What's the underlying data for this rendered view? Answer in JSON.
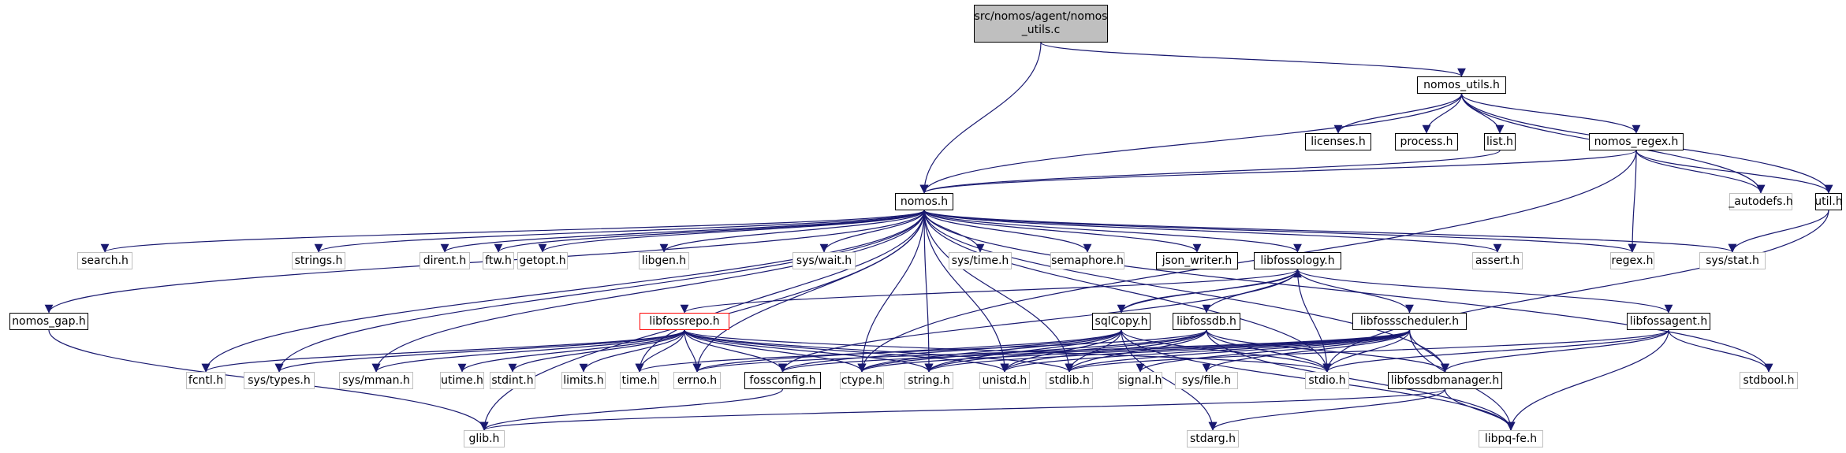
{
  "colors": {
    "edge": "#191970",
    "internal_border": "#000000",
    "external_border": "#bfbfbf",
    "incomplete_border": "#ff0000",
    "root_fill": "#bfbfbf"
  },
  "root": {
    "id": "root",
    "label": "src/nomos/agent/nomos\n_utils.c"
  },
  "nodes": [
    {
      "id": "nomos_utils",
      "label": "nomos_utils.h",
      "kind": "internal"
    },
    {
      "id": "licenses",
      "label": "licenses.h",
      "kind": "internal"
    },
    {
      "id": "process",
      "label": "process.h",
      "kind": "internal"
    },
    {
      "id": "list",
      "label": "list.h",
      "kind": "internal"
    },
    {
      "id": "nomos_regex",
      "label": "nomos_regex.h",
      "kind": "internal"
    },
    {
      "id": "util",
      "label": "util.h",
      "kind": "internal"
    },
    {
      "id": "autodefs",
      "label": "_autodefs.h",
      "kind": "external"
    },
    {
      "id": "nomos",
      "label": "nomos.h",
      "kind": "internal"
    },
    {
      "id": "search",
      "label": "search.h",
      "kind": "external"
    },
    {
      "id": "strings",
      "label": "strings.h",
      "kind": "external"
    },
    {
      "id": "dirent",
      "label": "dirent.h",
      "kind": "external"
    },
    {
      "id": "ftw",
      "label": "ftw.h",
      "kind": "external"
    },
    {
      "id": "getopt",
      "label": "getopt.h",
      "kind": "external"
    },
    {
      "id": "libgen",
      "label": "libgen.h",
      "kind": "external"
    },
    {
      "id": "syswait",
      "label": "sys/wait.h",
      "kind": "external"
    },
    {
      "id": "systime",
      "label": "sys/time.h",
      "kind": "external"
    },
    {
      "id": "semaphore",
      "label": "semaphore.h",
      "kind": "external"
    },
    {
      "id": "json_writer",
      "label": "json_writer.h",
      "kind": "internal"
    },
    {
      "id": "libfossology",
      "label": "libfossology.h",
      "kind": "internal"
    },
    {
      "id": "assert",
      "label": "assert.h",
      "kind": "external"
    },
    {
      "id": "regex",
      "label": "regex.h",
      "kind": "external"
    },
    {
      "id": "sysstat",
      "label": "sys/stat.h",
      "kind": "external"
    },
    {
      "id": "nomos_gap",
      "label": "nomos_gap.h",
      "kind": "internal"
    },
    {
      "id": "libfossrepo",
      "label": "libfossrepo.h",
      "kind": "incomplete"
    },
    {
      "id": "sqlCopy",
      "label": "sqlCopy.h",
      "kind": "internal"
    },
    {
      "id": "libfossdb",
      "label": "libfossdb.h",
      "kind": "internal"
    },
    {
      "id": "libfossscheduler",
      "label": "libfossscheduler.h",
      "kind": "internal"
    },
    {
      "id": "libfossagent",
      "label": "libfossagent.h",
      "kind": "internal"
    },
    {
      "id": "fcntl",
      "label": "fcntl.h",
      "kind": "external"
    },
    {
      "id": "systypes",
      "label": "sys/types.h",
      "kind": "external"
    },
    {
      "id": "sysmman",
      "label": "sys/mman.h",
      "kind": "external"
    },
    {
      "id": "utime",
      "label": "utime.h",
      "kind": "external"
    },
    {
      "id": "stdint",
      "label": "stdint.h",
      "kind": "external"
    },
    {
      "id": "limits",
      "label": "limits.h",
      "kind": "external"
    },
    {
      "id": "time",
      "label": "time.h",
      "kind": "external"
    },
    {
      "id": "errno",
      "label": "errno.h",
      "kind": "external"
    },
    {
      "id": "fossconfig",
      "label": "fossconfig.h",
      "kind": "internal"
    },
    {
      "id": "ctype",
      "label": "ctype.h",
      "kind": "external"
    },
    {
      "id": "string",
      "label": "string.h",
      "kind": "external"
    },
    {
      "id": "unistd",
      "label": "unistd.h",
      "kind": "external"
    },
    {
      "id": "stdlib",
      "label": "stdlib.h",
      "kind": "external"
    },
    {
      "id": "signal",
      "label": "signal.h",
      "kind": "external"
    },
    {
      "id": "sysfile",
      "label": "sys/file.h",
      "kind": "external"
    },
    {
      "id": "stdio",
      "label": "stdio.h",
      "kind": "external"
    },
    {
      "id": "libfossdbmanager",
      "label": "libfossdbmanager.h",
      "kind": "internal"
    },
    {
      "id": "stdbool",
      "label": "stdbool.h",
      "kind": "external"
    },
    {
      "id": "glib",
      "label": "glib.h",
      "kind": "external"
    },
    {
      "id": "stdarg",
      "label": "stdarg.h",
      "kind": "external"
    },
    {
      "id": "libpqfe",
      "label": "libpq-fe.h",
      "kind": "external"
    }
  ],
  "edges": [
    [
      "root",
      "nomos_utils"
    ],
    [
      "root",
      "nomos"
    ],
    [
      "nomos_utils",
      "nomos"
    ],
    [
      "nomos_utils",
      "licenses"
    ],
    [
      "nomos_utils",
      "process"
    ],
    [
      "nomos_utils",
      "list"
    ],
    [
      "nomos_utils",
      "nomos_regex"
    ],
    [
      "nomos_utils",
      "autodefs"
    ],
    [
      "nomos_utils",
      "util"
    ],
    [
      "list",
      "nomos"
    ],
    [
      "nomos_regex",
      "nomos"
    ],
    [
      "nomos_regex",
      "autodefs"
    ],
    [
      "nomos_regex",
      "util"
    ],
    [
      "nomos_regex",
      "regex"
    ],
    [
      "nomos_regex",
      "ctype"
    ],
    [
      "util",
      "sysstat"
    ],
    [
      "util",
      "stdio"
    ],
    [
      "nomos",
      "nomos_gap"
    ],
    [
      "nomos",
      "search"
    ],
    [
      "nomos",
      "strings"
    ],
    [
      "nomos",
      "dirent"
    ],
    [
      "nomos",
      "ftw"
    ],
    [
      "nomos",
      "getopt"
    ],
    [
      "nomos",
      "libgen"
    ],
    [
      "nomos",
      "syswait"
    ],
    [
      "nomos",
      "systime"
    ],
    [
      "nomos",
      "semaphore"
    ],
    [
      "nomos",
      "json_writer"
    ],
    [
      "nomos",
      "libfossology"
    ],
    [
      "nomos",
      "assert"
    ],
    [
      "nomos",
      "regex"
    ],
    [
      "nomos",
      "sysstat"
    ],
    [
      "nomos",
      "stdbool"
    ],
    [
      "nomos",
      "fcntl"
    ],
    [
      "nomos",
      "systypes"
    ],
    [
      "nomos",
      "sysmman"
    ],
    [
      "nomos",
      "time"
    ],
    [
      "nomos",
      "errno"
    ],
    [
      "nomos",
      "ctype"
    ],
    [
      "nomos",
      "string"
    ],
    [
      "nomos",
      "unistd"
    ],
    [
      "nomos",
      "stdlib"
    ],
    [
      "nomos",
      "stdio"
    ],
    [
      "nomos",
      "glib"
    ],
    [
      "nomos",
      "libfossdbmanager"
    ],
    [
      "nomos_gap",
      "glib"
    ],
    [
      "libfossology",
      "libfossrepo"
    ],
    [
      "libfossology",
      "sqlCopy"
    ],
    [
      "libfossology",
      "libfossdb"
    ],
    [
      "libfossology",
      "libfossscheduler"
    ],
    [
      "libfossology",
      "libfossagent"
    ],
    [
      "libfossology",
      "fossconfig"
    ],
    [
      "libfossology",
      "stdio"
    ],
    [
      "libfossrepo",
      "fcntl"
    ],
    [
      "libfossrepo",
      "systypes"
    ],
    [
      "libfossrepo",
      "sysmman"
    ],
    [
      "libfossrepo",
      "utime"
    ],
    [
      "libfossrepo",
      "stdint"
    ],
    [
      "libfossrepo",
      "limits"
    ],
    [
      "libfossrepo",
      "time"
    ],
    [
      "libfossrepo",
      "errno"
    ],
    [
      "libfossrepo",
      "fossconfig"
    ],
    [
      "libfossrepo",
      "ctype"
    ],
    [
      "libfossrepo",
      "string"
    ],
    [
      "libfossrepo",
      "unistd"
    ],
    [
      "libfossrepo",
      "stdlib"
    ],
    [
      "libfossrepo",
      "stdio"
    ],
    [
      "sqlCopy",
      "libfossology"
    ],
    [
      "sqlCopy",
      "ctype"
    ],
    [
      "sqlCopy",
      "string"
    ],
    [
      "sqlCopy",
      "unistd"
    ],
    [
      "sqlCopy",
      "stdlib"
    ],
    [
      "sqlCopy",
      "stdio"
    ],
    [
      "sqlCopy",
      "stdarg"
    ],
    [
      "sqlCopy",
      "libpqfe"
    ],
    [
      "sqlCopy",
      "errno"
    ],
    [
      "sqlCopy",
      "fossconfig"
    ],
    [
      "libfossdb",
      "time"
    ],
    [
      "libfossdb",
      "ctype"
    ],
    [
      "libfossdb",
      "string"
    ],
    [
      "libfossdb",
      "unistd"
    ],
    [
      "libfossdb",
      "stdlib"
    ],
    [
      "libfossdb",
      "stdio"
    ],
    [
      "libfossdb",
      "libpqfe"
    ],
    [
      "libfossdb",
      "libfossdbmanager"
    ],
    [
      "libfossscheduler",
      "fossconfig"
    ],
    [
      "libfossscheduler",
      "errno"
    ],
    [
      "libfossscheduler",
      "string"
    ],
    [
      "libfossscheduler",
      "unistd"
    ],
    [
      "libfossscheduler",
      "stdlib"
    ],
    [
      "libfossscheduler",
      "signal"
    ],
    [
      "libfossscheduler",
      "sysfile"
    ],
    [
      "libfossscheduler",
      "stdio"
    ],
    [
      "libfossscheduler",
      "libfossdbmanager"
    ],
    [
      "libfossscheduler",
      "libpqfe"
    ],
    [
      "libfossscheduler",
      "ctype"
    ],
    [
      "libfossagent",
      "libfossdbmanager"
    ],
    [
      "libfossagent",
      "stdio"
    ],
    [
      "libfossagent",
      "stdlib"
    ],
    [
      "libfossagent",
      "stdbool"
    ],
    [
      "libfossagent",
      "libpqfe"
    ],
    [
      "libfossdbmanager",
      "glib"
    ],
    [
      "libfossdbmanager",
      "stdarg"
    ],
    [
      "libfossdbmanager",
      "libpqfe"
    ],
    [
      "fossconfig",
      "glib"
    ]
  ]
}
